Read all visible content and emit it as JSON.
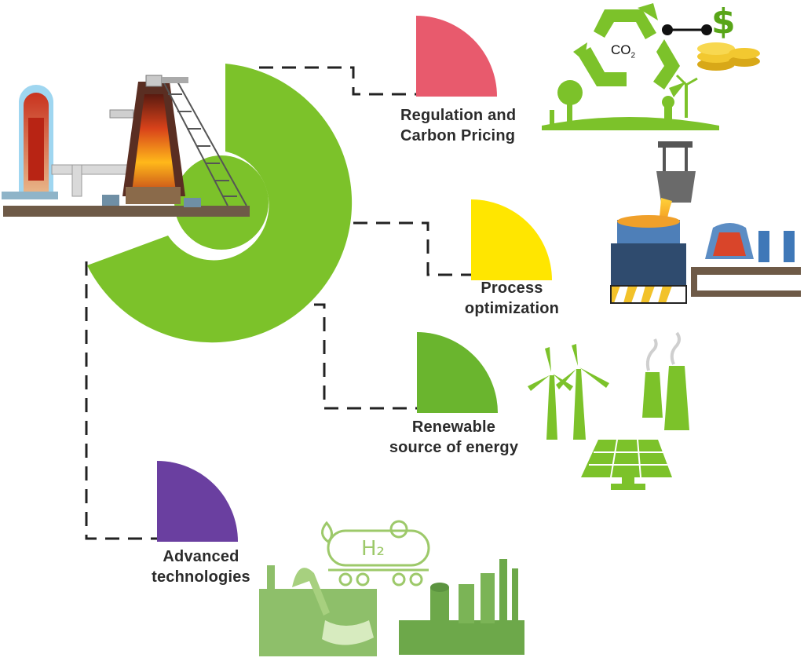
{
  "labels": {
    "regulation": [
      "Regulation and",
      "Carbon Pricing"
    ],
    "process": [
      "Process",
      "optimization"
    ],
    "renewable": [
      "Renewable",
      "source of energy"
    ],
    "advanced": [
      "Advanced",
      "technologies"
    ]
  },
  "icon_text": {
    "co2_main": "CO",
    "co2_sub": "2",
    "currency": "$",
    "hydrogen": "H₂"
  },
  "colors": {
    "main_green": "#7cc22a",
    "regulation": "#e85a6d",
    "process": "#ffe600",
    "renewable": "#6ab52e",
    "advanced": "#6a3fa0",
    "dashed_line": "#222222"
  },
  "icons": [
    "blast-furnace-icon",
    "recycle-co2-icon",
    "coins-icon",
    "steel-ladle-icon",
    "wind-turbine-icon",
    "solar-panel-icon",
    "cooling-tower-icon",
    "hydrogen-truck-icon",
    "refinery-plant-icon"
  ]
}
